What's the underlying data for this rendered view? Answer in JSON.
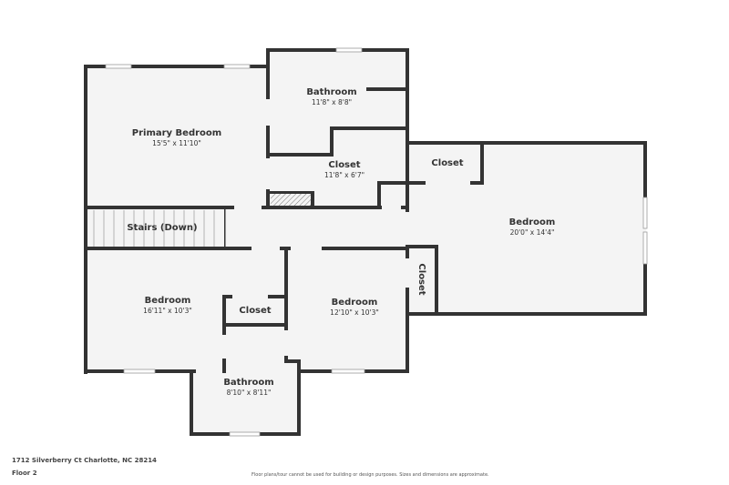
{
  "footer": {
    "address": "1712 Silverberry Ct Charlotte, NC 28214",
    "floor": "Floor 2",
    "disclaimer": "Floor plans/tour cannot be used for building or design purposes. Sizes and dimensions are approximate."
  },
  "rooms": {
    "primary_bedroom": {
      "label": "Primary Bedroom",
      "dims": "15'5\" x 11'10\""
    },
    "bathroom_top": {
      "label": "Bathroom",
      "dims": "11'8\" x 8'8\""
    },
    "closet_top": {
      "label": "Closet",
      "dims": "11'8\" x 6'7\""
    },
    "closet_right_top": {
      "label": "Closet"
    },
    "bedroom_right": {
      "label": "Bedroom",
      "dims": "20'0\" x 14'4\""
    },
    "stairs": {
      "label": "Stairs (Down)"
    },
    "closet_right_vertical": {
      "label": "Closet"
    },
    "bedroom_left": {
      "label": "Bedroom",
      "dims": "16'11\" x 10'3\""
    },
    "closet_middle": {
      "label": "Closet"
    },
    "bedroom_middle": {
      "label": "Bedroom",
      "dims": "12'10\" x 10'3\""
    },
    "bathroom_bottom": {
      "label": "Bathroom",
      "dims": "8'10\" x 8'11\""
    }
  },
  "colors": {
    "wall": "#333333",
    "floor": "#f4f4f4",
    "text": "#333333"
  }
}
